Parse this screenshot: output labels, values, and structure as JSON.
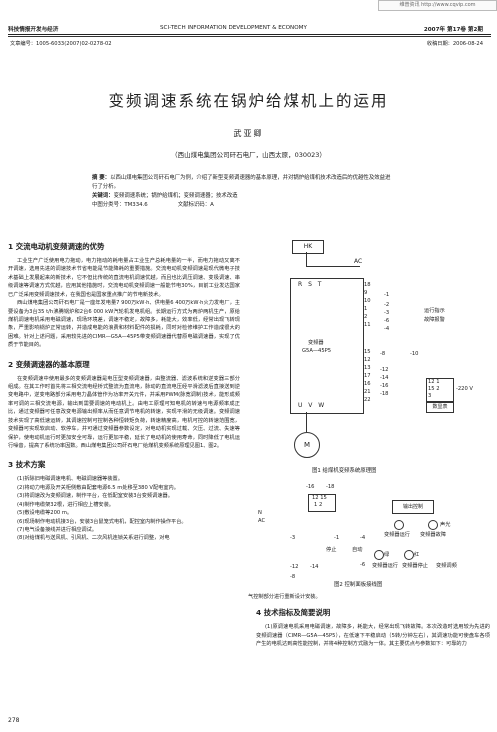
{
  "watermark": "维普资讯 http://www.cqvip.com",
  "running_header": {
    "left": "科技情报开发与经济",
    "center": "SCI-TECH INFORMATION DEVELOPMENT & ECONOMY",
    "right": "2007年  第17卷  第2期"
  },
  "meta": {
    "article_no": "文章编号：1005-6033(2007)02-0278-02",
    "received": "收稿日期：2006-08-24"
  },
  "title": "变频调速系统在锅炉给煤机上的运用",
  "author": "武亚卿",
  "affiliation": "（西山煤电集团公司矸石电厂，山西太原，030023）",
  "abstract_label": "摘  要：",
  "abstract_text": "以西山煤电集团公司矸石电厂为例，介绍了新型变频调速器的基本原理，并对锅炉给煤机技术改造后的优越性及效益进行了分析。",
  "keywords_label": "关键词：",
  "keywords_text": "变频调速系统；锅炉给煤机；变频调速器；技术改造",
  "clc": "中图分类号：TM334.6",
  "doc_code": "文献标识码：A",
  "sections": {
    "s1": {
      "heading": "1   交流电动机变频调速的优势",
      "p1": "工业生产广泛使用电力拖动，电力拖动的耗电量占工业生产总耗电量的一半，而电力拖动又离不开调速，选用先进的调速技术节省电能是节能降耗的重要措施。交流电动机变频调速是现代微电子技术基础上发展起来的新技术，它不但比传统的直流电机调速优越，而且也比调压调速、变极调速、串级调速等调速方式优越，应用其他措施时，交流电动机变频调速一般能节电30%，目前工业发达国家已广泛采用变频调速技术，在我国也是国家重点推广的节电新技术。",
      "p2": "西山煤电集团公司矸石电厂是一座年发电量7 900万kW·h、供电量6 400万kW·h火力发电厂，主要设备为3台35 t/h沸腾锅炉和2台6 000 kW汽轮机发电机组。长期运行方式为两炉两机生产，原给煤机调速电机采用电磁调速，现场环境差，调速不稳定，故障多，耗能大，效率低，经常出现飞转现象，严重影响锅炉正常运转，并造成电能的浪费和材料配件的损耗，同时对检修维护工作造成很大的困难。针对上述问题，采用较先进的CIMR—G5A—45P5带变频调速器代替原电磁调速器，实现了优质于节能目的。"
    },
    "s2": {
      "heading": "2   变频调速器的基本原理",
      "p1": "在变频调速中使用最多的变频调速器是电压型变频调速器，由整流器、滤波系统和逆变器三部分组成。在其工作时首先将三相交流电经桥式整流为直流电，脉动的直流电压经平滑滤波后直接送到逆变电路中，逆变电路部分采用电力晶体管作为功率开关元件，并采用PWM(脉宽调制)技术，能形成频率可调的三相交流电源，输出到需要调速的电动机上。由电工原理可知电机的转速与电源频率成正比，通过变频器可任意改变电源输出频率从而任意调节电机的转速，实现平滑的无级调速。变频调速技术实现了高低速运转，其调速控制可控制各种恒转矩负荷，转速精度高，电机可控的转速范围宽，变频器可实现软启动、软停车，并可通过变频器参数设定，对电动机实现过载、欠压、过流、失速等保护，使电动机运行时更加安全可靠，运行更加平稳，延长了电动机的使用寿命，同时降低了电机运行噪音，提高了系统功率因数。西山煤电集团公司矸石电厂给煤机变频系统原理见图1、图2。"
    },
    "s3": {
      "heading": "3   技术方案",
      "items": [
        "(1)拆除旧电磁调速电机、电磁调速器等装置。",
        "(2)将动力电源及开关柜侧敷由配套电源6.5 m处移至380 V配电室内。",
        "(3)将调速改为变频调速，制作平台，在低配室安装3台变频调速器。",
        "(4)制作电缆架32根，进行相应上槽安装。",
        "(5)敷设电缆等200 m。",
        "(6)现场制作电动机接3台，安装3台鼠笼式电机，配控室内制作操作平台。",
        "(7)电气设备接线并进行相应调试。",
        "(8)对给煤机与送风机、引风机、二次风机连锁关系进行调整，对电"
      ]
    },
    "s4": {
      "heading": "4   技术指标及简要说明",
      "p1": "(1)原调速电机采用电磁调速，故障多，耗能大，经常出现飞转故障。本次改造时选用较为先进的变频调速器（CIMR—G5A—45P5），在低速下平稳启动（5转/分钟左右），其调速功能可使盘车各项产生的电机达到高性能控制，并将4种控制方式融为一体。其主要优点与参数如下：可靠的力"
    },
    "s3_tail": "气控制部分进行重新设计安装。"
  },
  "figure1": {
    "hk": "HK",
    "ac": "AC",
    "rst": "R S T",
    "uvw": "U V W",
    "inverter_name": "变频器",
    "inverter_model": "G5A—45P5",
    "motor": "M",
    "terminals_top": [
      "18",
      "9",
      "10",
      "1",
      "2",
      "11"
    ],
    "sig": [
      "-1",
      "-2",
      "-3",
      "-6",
      "-4"
    ],
    "run_label": "运行指示",
    "fault_label": "故障报警",
    "terminals_mid": [
      "15",
      "12",
      "13",
      "17",
      "16",
      "21",
      "22"
    ],
    "mid_sig": [
      "-8",
      "-10",
      "-12",
      "-14",
      "-16",
      "-18"
    ],
    "right_terms": [
      "12 1",
      "15 2",
      "3"
    ],
    "v220": "-220 V",
    "display": "数显表",
    "caption": "图1   给煤机变频系统原理图"
  },
  "figure2": {
    "n": "N",
    "ac": "AC",
    "terms": [
      "-16",
      "-18"
    ],
    "t1215": "12 15",
    "t12": "1 2",
    "out_ctrl": "输出控制",
    "lamp1": "变频器运行",
    "lamp2": "变频器故障",
    "sound": "声光",
    "wires": [
      "-3",
      "-1",
      "-4",
      "-12",
      "-14",
      "-8",
      "-6"
    ],
    "stop": "停止",
    "auto": "自动",
    "green": "绿",
    "red": "红",
    "lbl_run": "变频器运行",
    "lbl_stop": "变频器停止",
    "lbl_alarm": "变频调频",
    "caption": "图2   控制面板接线图"
  },
  "page_number": "278"
}
